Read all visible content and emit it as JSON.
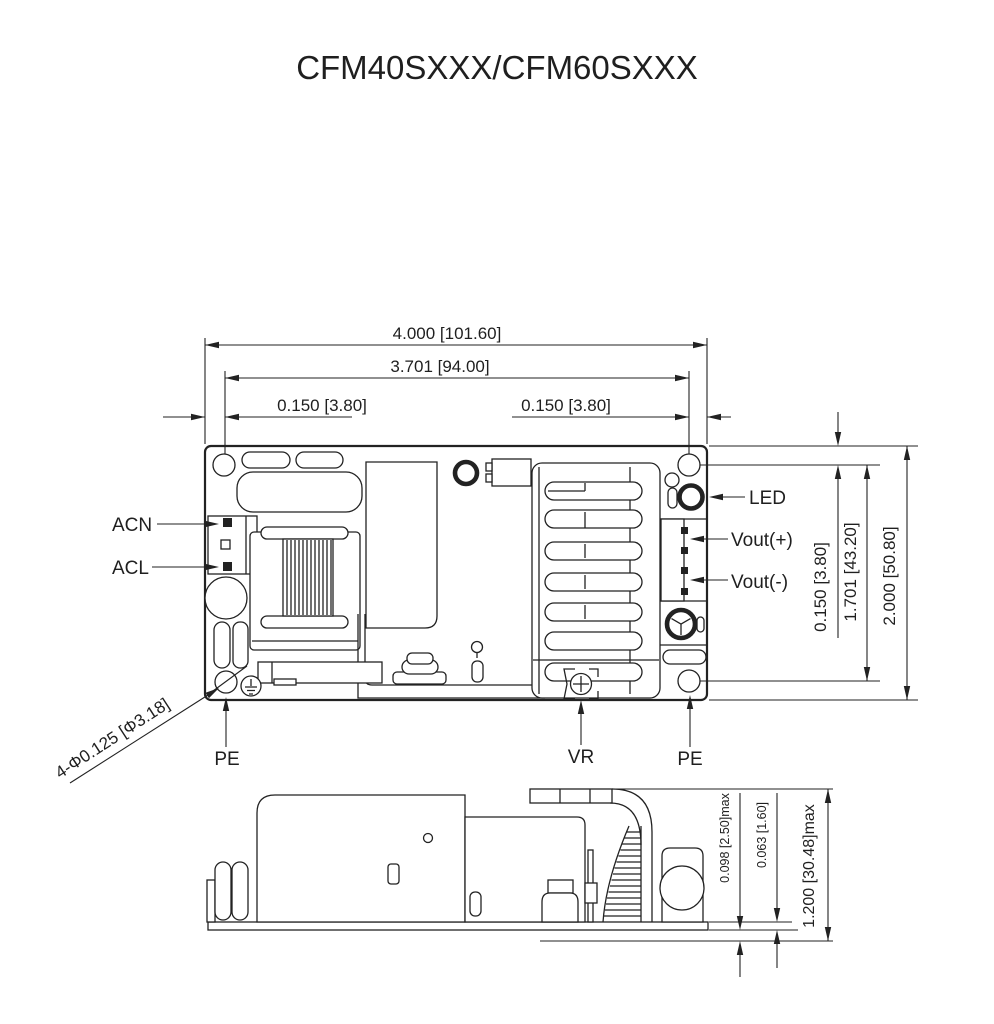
{
  "title": "CFM40SXXX/CFM60SXXX",
  "top_view": {
    "dimensions": {
      "overall_width": "4.000 [101.60]",
      "hole_span_width": "3.701 [94.00]",
      "hole_offset_left": "0.150 [3.80]",
      "hole_offset_right": "0.150 [3.80]",
      "hole_offset_top": "0.150 [3.80]",
      "hole_span_height": "1.701 [43.20]",
      "overall_height": "2.000 [50.80]",
      "mounting_hole_note": "4-Φ0.125 [Φ3.18]"
    },
    "labels": {
      "ac_neutral": "ACN",
      "ac_line": "ACL",
      "led": "LED",
      "vout_positive": "Vout(+)",
      "vout_negative": "Vout(-)",
      "pe_left": "PE",
      "vr": "VR",
      "pe_right": "PE"
    }
  },
  "side_view": {
    "dimensions": {
      "pin_protrusion_max": "0.098 [2.50]max",
      "pcb_thickness": "0.063 [1.60]",
      "overall_height_max": "1.200 [30.48]max"
    }
  },
  "colors": {
    "line": "#222222",
    "background": "#ffffff"
  }
}
